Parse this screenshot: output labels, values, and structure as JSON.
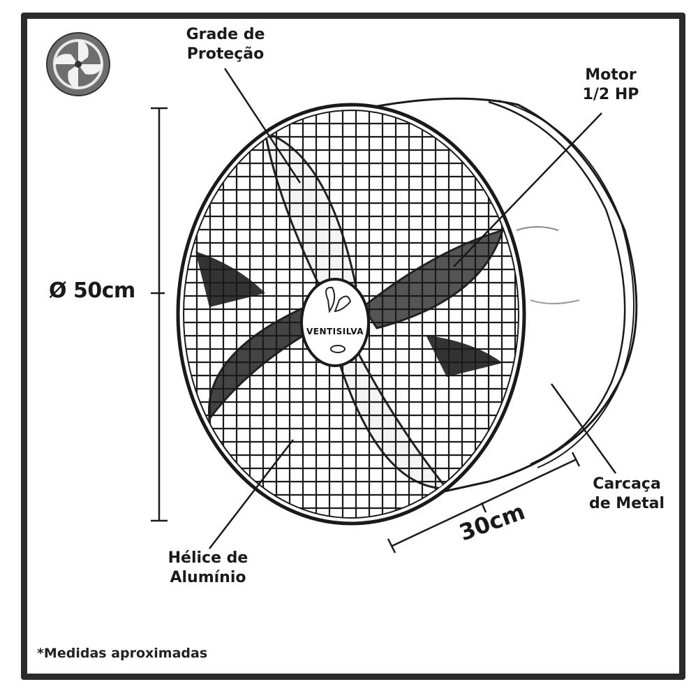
{
  "labels": {
    "grade": "Grade de\nProteção",
    "motor": "Motor\n1/2 HP",
    "helice": "Hélice de\nAlumínio",
    "carcaca": "Carcaça\nde Metal",
    "diameter": "Ø 50cm",
    "depth": "30cm"
  },
  "brand": "VENTISILVA",
  "note": "*Medidas aproximadas",
  "icons": {
    "logo": "fan-logo-icon"
  },
  "colors": {
    "ink": "#1a1a1a",
    "frame": "#2a2a2a"
  }
}
